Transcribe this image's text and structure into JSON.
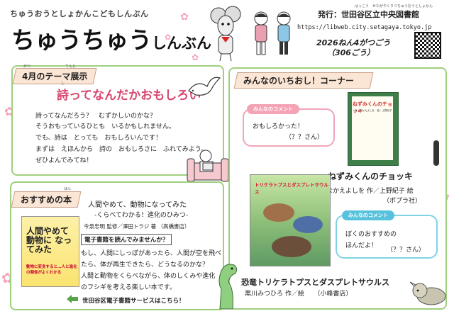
{
  "header": {
    "subtitle": "ちゅうおうとしょかんこどもしんぶん",
    "title_main": "ちゅうちゅう",
    "title_small": "しんぶん",
    "publisher": "発行：世田谷区立中央図書館",
    "publisher_ruby": "はっこう　せたがやくりつちゅうおうとしょかん",
    "url": "https://libweb.city.setagaya.tokyo.jp",
    "issue_date": "2026ねん4がつごう",
    "issue_number": "（306ごう）"
  },
  "theme": {
    "tab_label": "4月のテーマ展示",
    "tab_ruby_month": "がつ",
    "tab_ruby_exhibit": "てんじ",
    "heading": "詩ってなんだかおもしろい",
    "heading_ruby": "し",
    "lines": [
      "詩ってなんだろう？　むずかしいのかな？",
      "そうおもっているひとも　いるかもしれません。",
      "でも、詩は　とっても　おもしろいんです！",
      "まずは　えほんから　詩の　おもしろさに　ふれてみよう。",
      "ぜひよんでみてね！"
    ]
  },
  "recommend": {
    "tab_label": "おすすめの本",
    "tab_ruby": "ほん",
    "book_title_lines": [
      "人間やめて、動物になってみた",
      "-くらべてわかる！進化のひみつ-"
    ],
    "book_credit": "今泉忠明 監修／澤田トラジ 著 （高橋書店）",
    "cover_title": "人間やめて 動物に なってみた",
    "cover_sub": "動物に変身すると…人と進化の関係がよくわかる",
    "ebook_prompt": "電子書籍を読んでみませんか？",
    "desc_lines": [
      "もし、人間にしっぽがあったら、人間が空を飛べ",
      "たら、体が再生できたら、どうなるのかな？",
      "人間と動物をくらべながら、体のしくみや進化",
      "のフシギを考える楽しい本です。"
    ],
    "ebook_link": "世田谷区電子書籍サービスはこちら！"
  },
  "corner": {
    "tab_label": "みんなのいちおし！コーナー",
    "comment_label": "みんなのコメント",
    "comment1_text": "おもしろかった！",
    "comment1_who": "（？？さん）",
    "book1_cover_title": "ねずみくんのチョッキ",
    "book1_cover_author": "作・なかえよしを　絵・上野紀子",
    "book1_title": "ねずみくんのチョッキ",
    "book1_author": "なかえよしを 作／上野紀子 絵",
    "book1_publisher": "（ポプラ社）",
    "comment2_text_1": "ぼくのおすすめの",
    "comment2_text_2": "ほんだよ！",
    "comment2_who": "（？？さん）",
    "book2_cover_title": "トリケラトプスとダスプレトサウルス",
    "book2_title": "恐竜トリケラトプスとダスプレトサウルス",
    "book2_author": "黒川みつひろ 作／絵　　（小峰書店）"
  }
}
